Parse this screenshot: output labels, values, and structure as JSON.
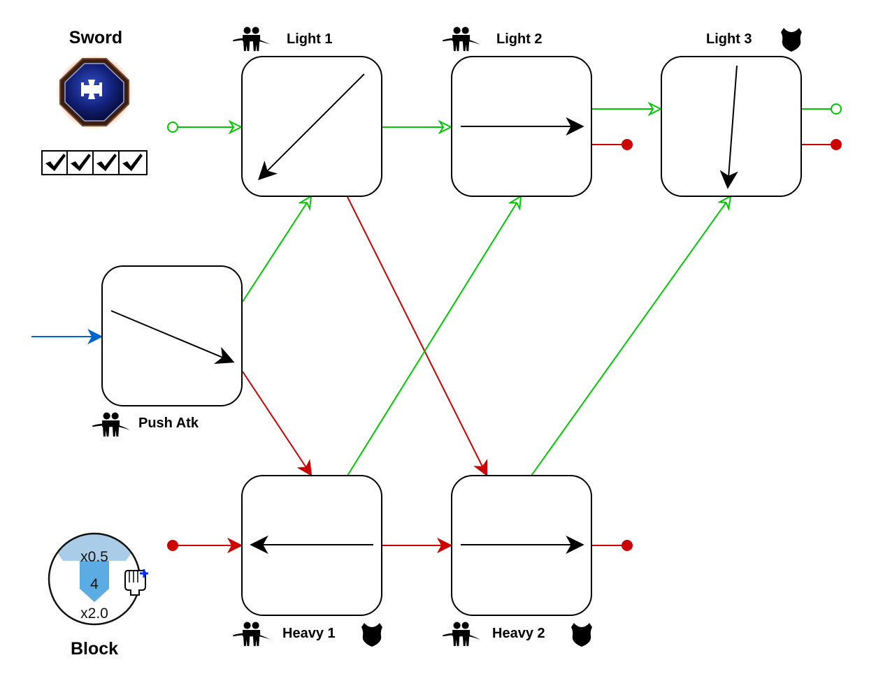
{
  "weapon": {
    "name": "Sword",
    "icon": "octagon-cross-gem-icon",
    "checks": [
      true,
      true,
      true,
      true
    ]
  },
  "colors": {
    "light_link": "#00c800",
    "heavy_link": "#cc0000",
    "entry_link": "#0066cc",
    "gauge_top": "#a9cde8",
    "gauge_mid": "#5aace2",
    "plus": "#0033ff",
    "node_border": "#000000"
  },
  "nodes": [
    {
      "id": "push",
      "label": "Push Atk",
      "direction": "down-right",
      "icons": [
        "dual-stance-icon"
      ]
    },
    {
      "id": "light1",
      "label": "Light 1",
      "direction": "down-left",
      "icons": [
        "dual-stance-icon"
      ]
    },
    {
      "id": "light2",
      "label": "Light 2",
      "direction": "right",
      "icons": [
        "dual-stance-icon"
      ]
    },
    {
      "id": "light3",
      "label": "Light 3",
      "direction": "down",
      "icons": [
        "armor-icon"
      ]
    },
    {
      "id": "heavy1",
      "label": "Heavy 1",
      "direction": "left",
      "icons": [
        "dual-stance-icon",
        "armor-icon"
      ]
    },
    {
      "id": "heavy2",
      "label": "Heavy 2",
      "direction": "right",
      "icons": [
        "dual-stance-icon",
        "armor-icon"
      ]
    }
  ],
  "links": [
    {
      "from": "start-light",
      "to": "light1",
      "type": "light"
    },
    {
      "from": "light1",
      "to": "light2",
      "type": "light"
    },
    {
      "from": "light2",
      "to": "light3",
      "type": "light"
    },
    {
      "from": "light3",
      "to": "end-light",
      "type": "light"
    },
    {
      "from": "light2",
      "to": "end-heavy",
      "type": "heavy"
    },
    {
      "from": "light3",
      "to": "end-heavy",
      "type": "heavy"
    },
    {
      "from": "entry",
      "to": "push",
      "type": "entry"
    },
    {
      "from": "push",
      "to": "light1",
      "type": "light"
    },
    {
      "from": "push",
      "to": "heavy1",
      "type": "heavy"
    },
    {
      "from": "light1",
      "to": "heavy2",
      "type": "heavy"
    },
    {
      "from": "heavy1",
      "to": "light2",
      "type": "light"
    },
    {
      "from": "heavy2",
      "to": "light3",
      "type": "light"
    },
    {
      "from": "start-heavy",
      "to": "heavy1",
      "type": "heavy"
    },
    {
      "from": "heavy1",
      "to": "heavy2",
      "type": "heavy"
    },
    {
      "from": "heavy2",
      "to": "end-heavy",
      "type": "heavy"
    }
  ],
  "block": {
    "label": "Block",
    "top_multiplier": "x0.5",
    "value": "4",
    "bottom_multiplier": "x2.0",
    "side_icon": "fist-plus-icon"
  }
}
